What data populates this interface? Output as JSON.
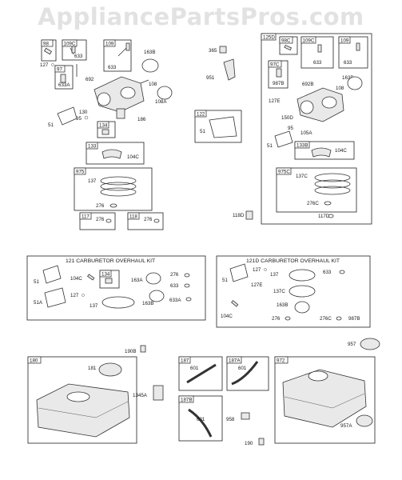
{
  "watermark": "AppliancePartsPros.com",
  "kits": {
    "left_title": "121 CARBURETOR OVERHAUL KIT",
    "right_title": "121D CARBURETOR OVERHAUL KIT"
  },
  "labels": {
    "p98": "98",
    "p109c": "109C",
    "p633a": "633",
    "p109": "109",
    "p633b": "633",
    "p163b": "163B",
    "p127": "127",
    "p97": "97",
    "p692": "692",
    "p633A": "633A",
    "p108": "108",
    "p108a": "108A",
    "p130": "130",
    "p95": "95",
    "p51": "51",
    "p134": "134",
    "p186": "186",
    "p133": "133",
    "p104c": "104C",
    "p975": "975",
    "p137": "137",
    "p276a": "276",
    "p117": "117",
    "p276b": "276",
    "p118": "118",
    "p276c": "276",
    "p365": "365",
    "p951": "951",
    "p122": "122",
    "p51b": "51",
    "p125d": "125D",
    "p98c": "98C",
    "p109c2": "109C",
    "p633c": "633",
    "p109b": "109",
    "p633d": "633",
    "p97c": "97C",
    "p987b": "987B",
    "p692b": "692B",
    "p163b2": "163B",
    "p108b": "108",
    "p127e": "127E",
    "p150d": "150D",
    "p95b": "95",
    "p105a": "105A",
    "p51c": "51",
    "p133b": "133B",
    "p104c2": "104C",
    "p975c": "975C",
    "p137c": "137C",
    "p276c2": "276C",
    "p118d": "118D",
    "p117d": "117D",
    "k_51": "51",
    "k_104c": "104C",
    "k_134": "134",
    "k_163a": "163A",
    "k_276": "276",
    "k_633": "633",
    "k_51a": "51A",
    "k_127": "127",
    "k_137": "137",
    "k_163b": "163B",
    "k_633a": "633A",
    "r_51": "51",
    "r_127": "127",
    "r_137": "137",
    "r_633": "633",
    "r_127e": "127E",
    "r_137c": "137C",
    "r_163b": "163B",
    "r_104c": "104C",
    "r_276": "276",
    "r_276c": "276C",
    "r_987b": "987B",
    "p190b": "190B",
    "p957": "957",
    "p180": "180",
    "p181": "181",
    "p1345a": "1345A",
    "p187": "187",
    "p601a": "601",
    "p187a": "187A",
    "p601b": "601",
    "p187b": "187B",
    "p601c": "601",
    "p958": "958",
    "p190": "190",
    "p972": "972",
    "p957a": "957A"
  }
}
